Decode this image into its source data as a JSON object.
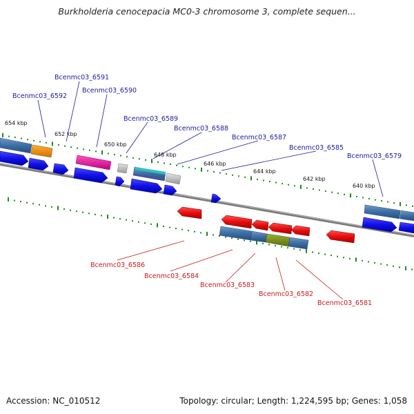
{
  "title": "Burkholderia cenocepacia MC0-3 chromosome 3, complete sequen...",
  "footer": {
    "accession": "Accession: NC_010512",
    "summary": "Topology: circular; Length: 1,224,595 bp; Genes: 1,058"
  },
  "ticks": [
    "654 kbp",
    "652 kbp",
    "650 kbp",
    "648 kbp",
    "646 kbp",
    "644 kbp",
    "642 kbp",
    "640 kbp"
  ],
  "forward_labels": [
    "Bcenmc03_6591",
    "Bcenmc03_6592",
    "Bcenmc03_6590",
    "Bcenmc03_6589",
    "Bcenmc03_6588",
    "Bcenmc03_6587",
    "Bcenmc03_6585",
    "Bcenmc03_6579"
  ],
  "reverse_labels": [
    "Bcenmc03_6586",
    "Bcenmc03_6584",
    "Bcenmc03_6583",
    "Bcenmc03_6582",
    "Bcenmc03_6581"
  ],
  "colors": {
    "forward": "#1010e0",
    "reverse": "#e01010",
    "backbone": "#777777",
    "tick": "#1a8a1a",
    "forward_label": "#1a1aa0",
    "reverse_label": "#c81818"
  }
}
